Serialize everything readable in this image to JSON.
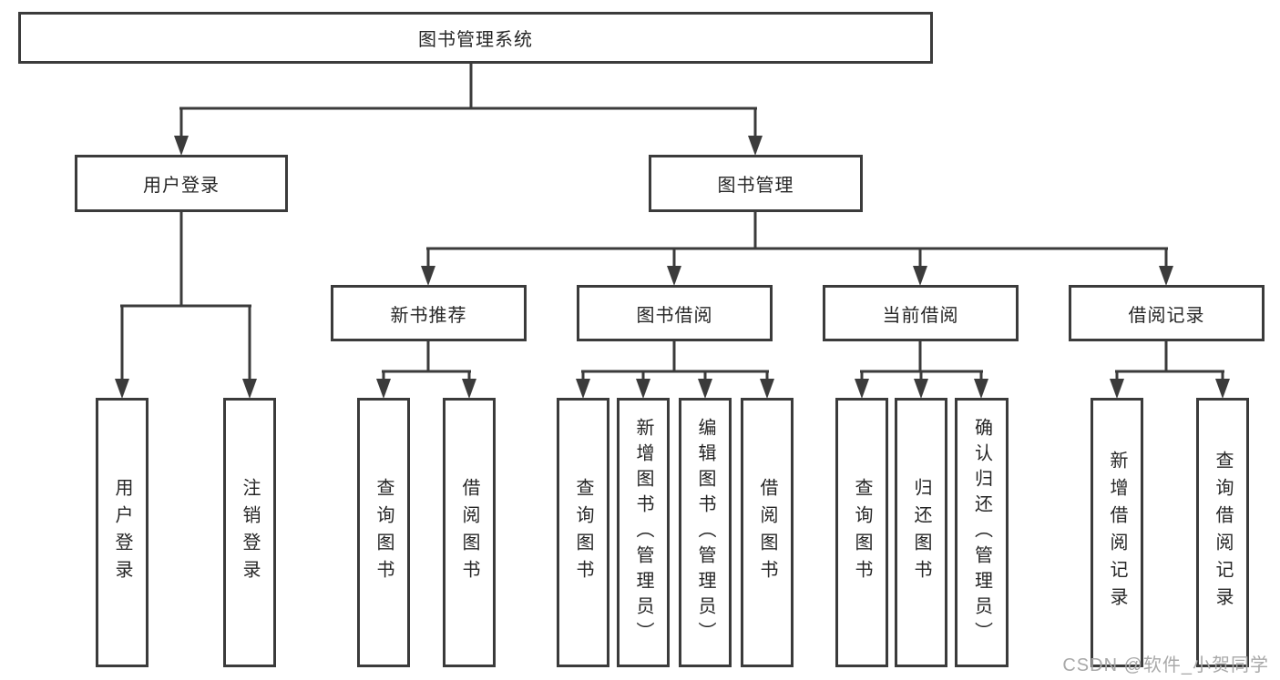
{
  "diagram": {
    "title": "图书管理系统",
    "nodes": {
      "root": "图书管理系统",
      "user_login": "用户登录",
      "book_mgmt": "图书管理",
      "new_book_rec": "新书推荐",
      "book_borrow": "图书借阅",
      "current_borrow": "当前借阅",
      "borrow_records": "借阅记录",
      "login": "用户登录",
      "logout": "注销登录",
      "query_books_a": "查询图书",
      "borrow_books_a": "借阅图书",
      "query_books_b": "查询图书",
      "add_books_admin": "新增图书（管理员）",
      "edit_books_admin": "编辑图书（管理员）",
      "borrow_books_b": "借阅图书",
      "query_books_c": "查询图书",
      "return_books": "归还图书",
      "confirm_return_admin": "确认归还（管理员）",
      "add_borrow_record": "新增借阅记录",
      "query_borrow_record": "查询借阅记录"
    },
    "edges": [
      [
        "root",
        "user_login"
      ],
      [
        "root",
        "book_mgmt"
      ],
      [
        "user_login",
        "login"
      ],
      [
        "user_login",
        "logout"
      ],
      [
        "book_mgmt",
        "new_book_rec"
      ],
      [
        "book_mgmt",
        "book_borrow"
      ],
      [
        "book_mgmt",
        "current_borrow"
      ],
      [
        "book_mgmt",
        "borrow_records"
      ],
      [
        "new_book_rec",
        "query_books_a"
      ],
      [
        "new_book_rec",
        "borrow_books_a"
      ],
      [
        "book_borrow",
        "query_books_b"
      ],
      [
        "book_borrow",
        "add_books_admin"
      ],
      [
        "book_borrow",
        "edit_books_admin"
      ],
      [
        "book_borrow",
        "borrow_books_b"
      ],
      [
        "current_borrow",
        "query_books_c"
      ],
      [
        "current_borrow",
        "return_books"
      ],
      [
        "current_borrow",
        "confirm_return_admin"
      ],
      [
        "borrow_records",
        "add_borrow_record"
      ],
      [
        "borrow_records",
        "query_borrow_record"
      ]
    ]
  },
  "watermark": "CSDN @软件_小贺同学",
  "colors": {
    "line": "#3b3b3b",
    "box_border": "#3b3b3b",
    "box_fill": "#ffffff",
    "text": "#262626",
    "watermark": "#a9a9a9",
    "background": "#ffffff"
  }
}
